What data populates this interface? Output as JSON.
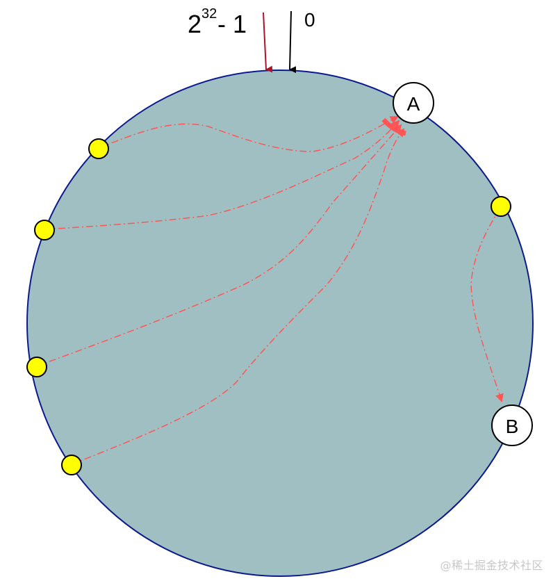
{
  "labels": {
    "max_base": "2",
    "max_exponent": "32",
    "max_suffix": "- 1",
    "zero": "0"
  },
  "nodes": {
    "a": "A",
    "b": "B"
  },
  "watermark": "@稀土掘金技术社区",
  "colors": {
    "ring_fill": "#a0bfc2",
    "ring_stroke": "#0a1a8c",
    "key_fill": "#ffff00",
    "dash_line": "#ff5555",
    "arrow_max": "#b0102a",
    "arrow_zero": "#000000"
  }
}
